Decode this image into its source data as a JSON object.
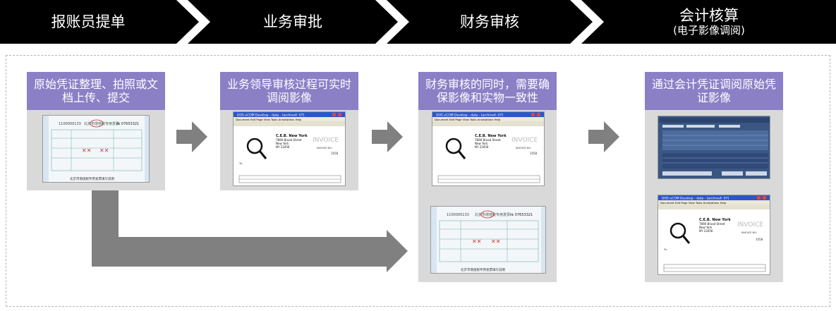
{
  "steps": [
    {
      "label": "报账员提单",
      "sub": ""
    },
    {
      "label": "业务审批",
      "sub": ""
    },
    {
      "label": "财务审核",
      "sub": ""
    },
    {
      "label": "会计核算",
      "sub": "(电子影像调阅)"
    }
  ],
  "cards": [
    {
      "text": "原始凭证整理、拍照或文档上传、提交"
    },
    {
      "text": "业务领导审核过程可实时调阅影像"
    },
    {
      "text": "财务审核的同时，需要确保影像和实物一致性"
    },
    {
      "text": "通过会计凭证调阅原始凭证影像"
    }
  ],
  "viewer": {
    "window_title": "DOS eCOM Desktop - data - [archive4: 07]",
    "menu": "Document  Edit  Page  View  Tools  Annotations  Help",
    "company": "C.E.B. New York",
    "address1": "7890 Broad Street",
    "address2": "New York",
    "address3": "NY 23456",
    "invoice_label": "INVOICE",
    "invoice_no_label": "INVOICE NO:",
    "invoice_no": "1058",
    "to_label": "To:"
  },
  "receipt": {
    "number": "1100000133",
    "title": "北京市增值税专用发票",
    "no_label": "№ 07653321",
    "footer": "北京市增值税专用发票填写说明"
  },
  "colors": {
    "chevron": "#000000",
    "card_head": "#8b7fc6",
    "card_bg": "#d9d9d9",
    "arrow": "#808080"
  }
}
